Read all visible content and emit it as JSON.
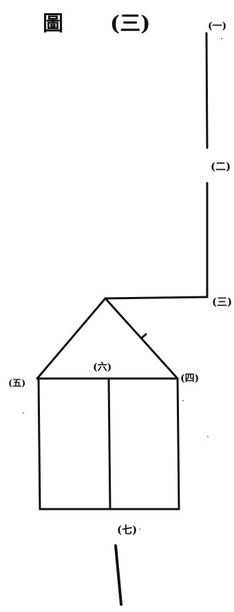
{
  "figure": {
    "title": "圖",
    "number": "(三)"
  },
  "labels": {
    "one": "(一)",
    "two": "(二)",
    "three": "(三)",
    "four": "(四)",
    "five": "(五)",
    "six": "(六)",
    "seven": "(七)"
  }
}
